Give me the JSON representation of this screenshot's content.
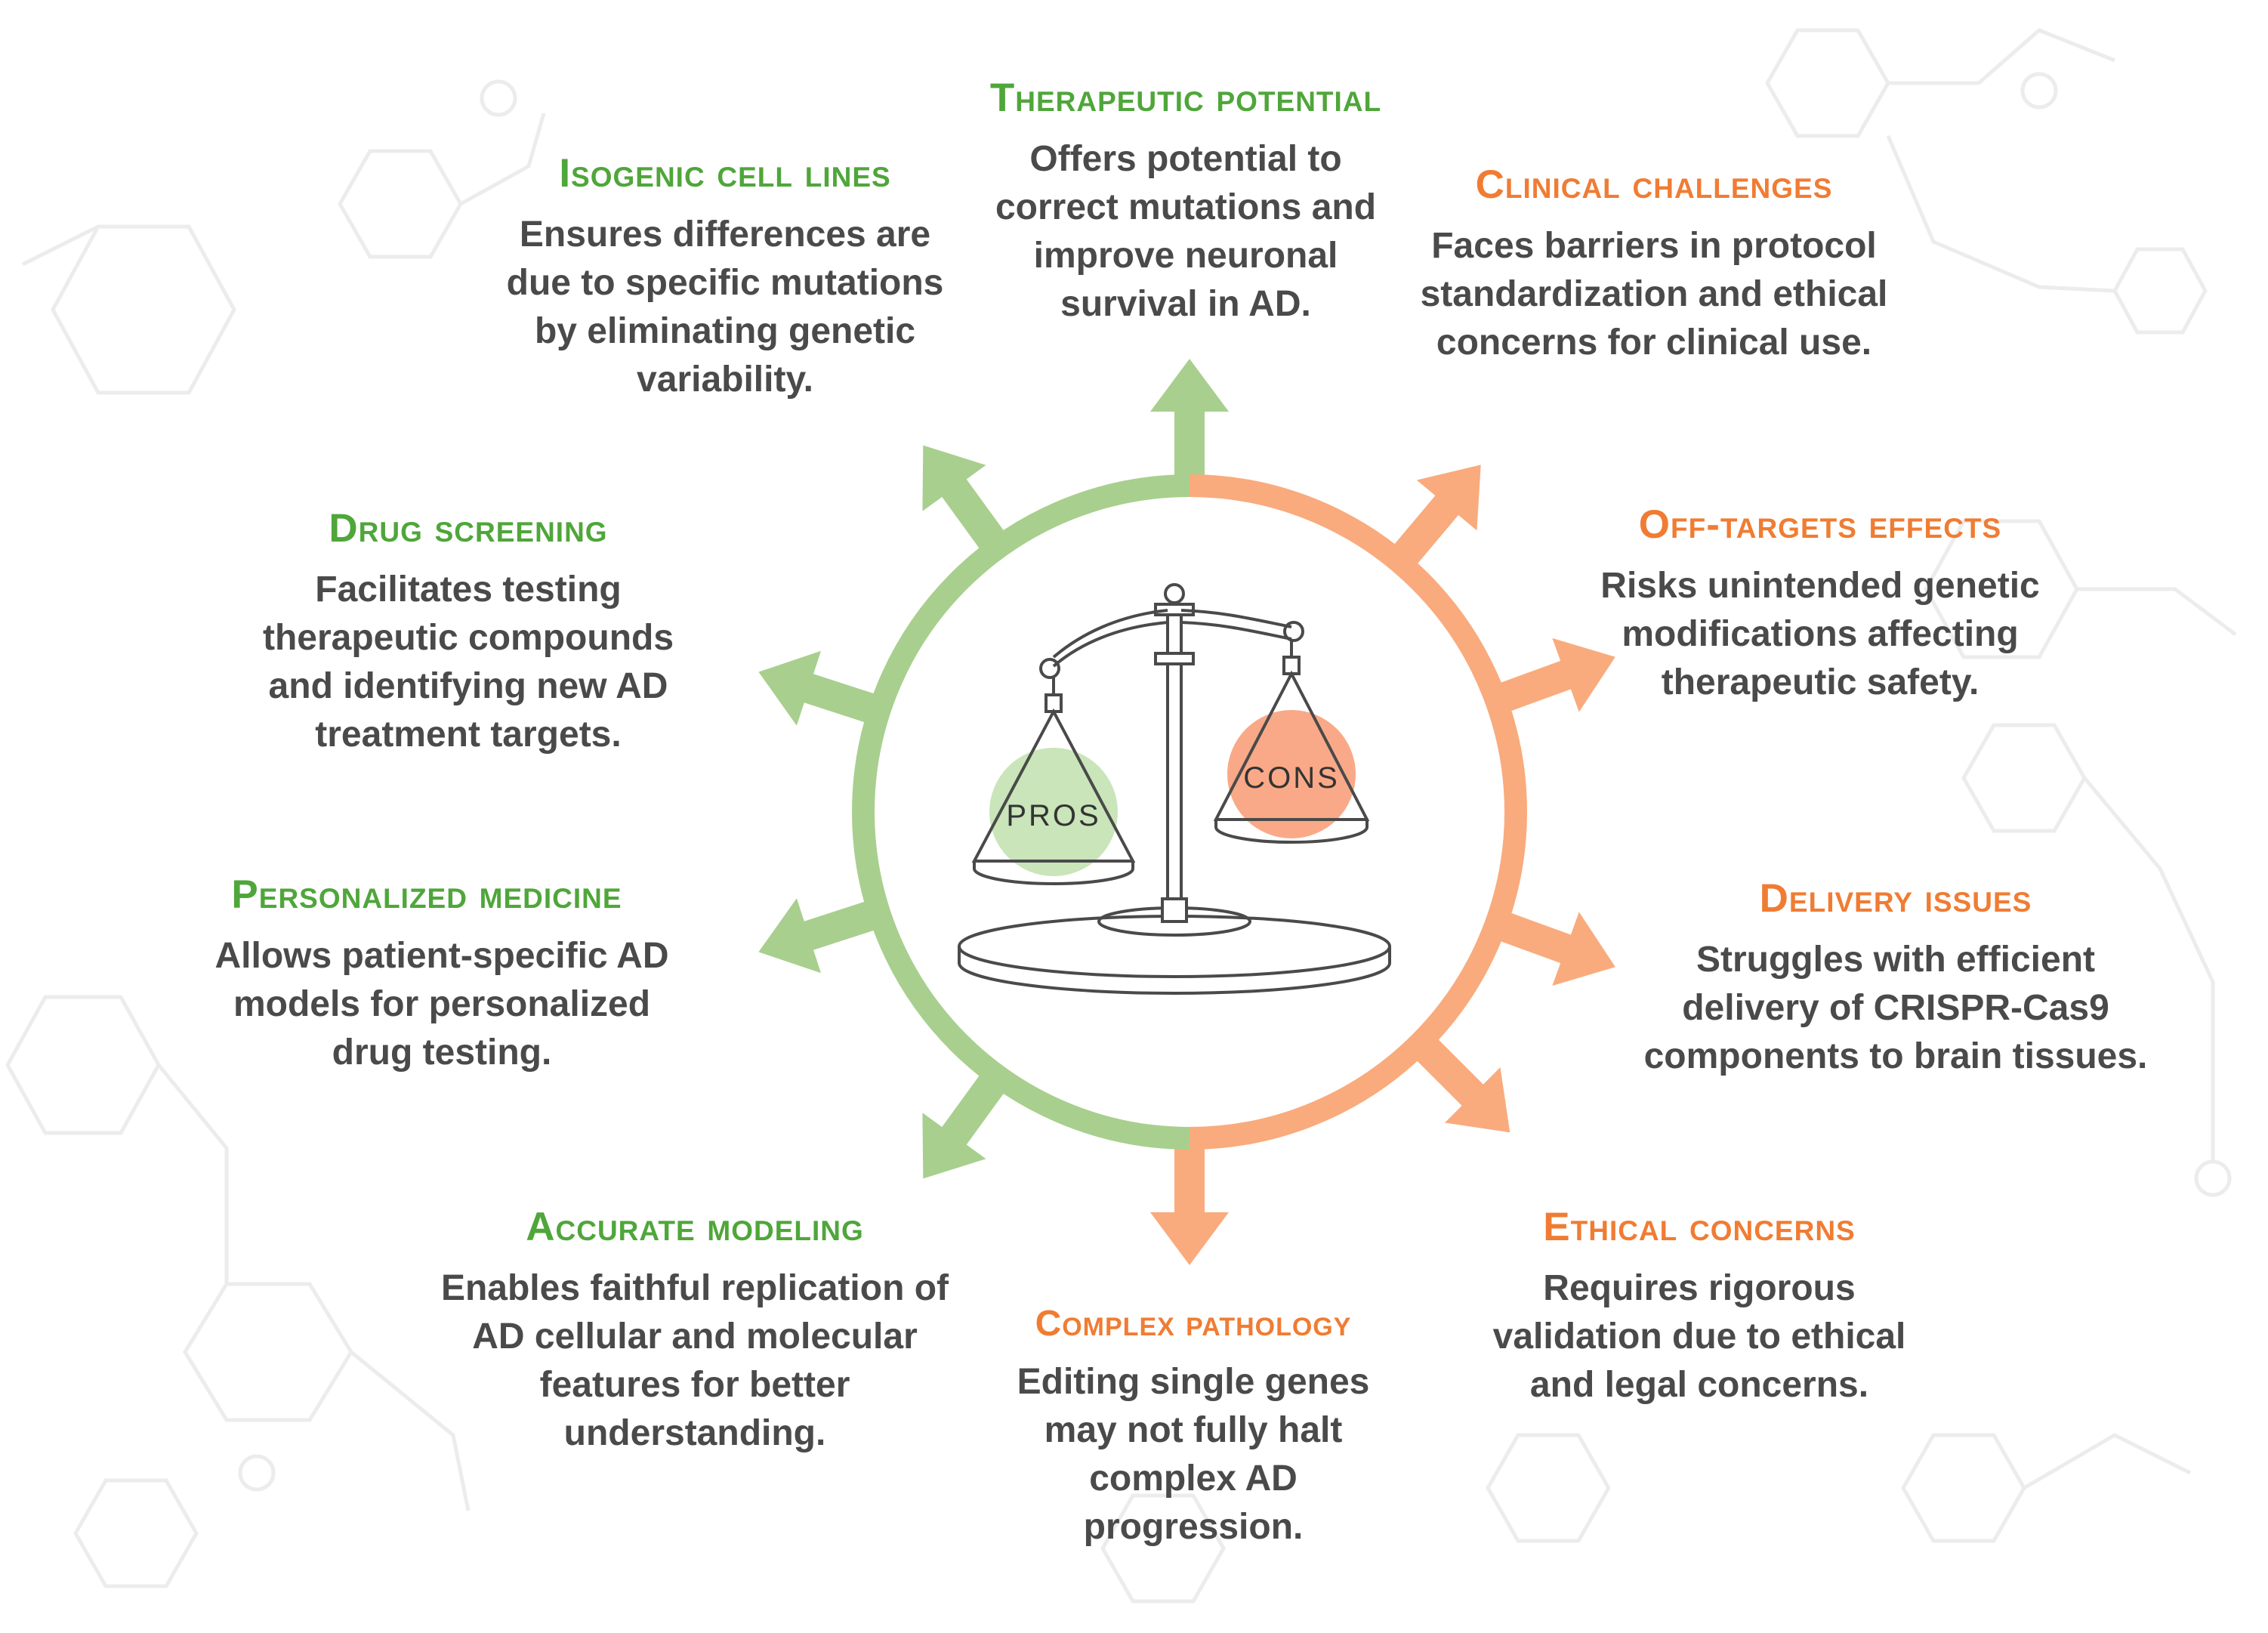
{
  "colors": {
    "pros": "#a8cf8e",
    "cons": "#f9ab7d",
    "pros_title": "#4fa63a",
    "cons_title": "#f07c33",
    "text": "#4a4a4a"
  },
  "scale": {
    "pros_label": "PROS",
    "cons_label": "CONS"
  },
  "pros": [
    {
      "title": "Therapeutic potential",
      "desc": "Offers potential to correct mutations and improve neuronal survival in AD."
    },
    {
      "title": "Isogenic cell lines",
      "desc": "Ensures differences are due to specific mutations by eliminating genetic variability."
    },
    {
      "title": "Drug screening",
      "desc": "Facilitates testing therapeutic compounds and identifying new AD treatment targets."
    },
    {
      "title": "Personalized medicine",
      "desc": "Allows patient-specific AD models for personalized drug testing."
    },
    {
      "title": "Accurate modeling",
      "desc": "Enables faithful replication of AD cellular and molecular features for better understanding."
    }
  ],
  "cons": [
    {
      "title": "Clinical challenges",
      "desc": "Faces barriers in protocol standardization and ethical concerns for clinical use."
    },
    {
      "title": "Off-targets effects",
      "desc": "Risks unintended genetic modifications affecting therapeutic safety."
    },
    {
      "title": "Delivery issues",
      "desc": "Struggles with efficient delivery of CRISPR-Cas9 components to brain tissues."
    },
    {
      "title": "Ethical concerns",
      "desc": "Requires rigorous validation due to ethical and legal concerns."
    },
    {
      "title": "Complex pathology",
      "desc": "Editing single genes may not fully halt complex AD progression."
    }
  ]
}
